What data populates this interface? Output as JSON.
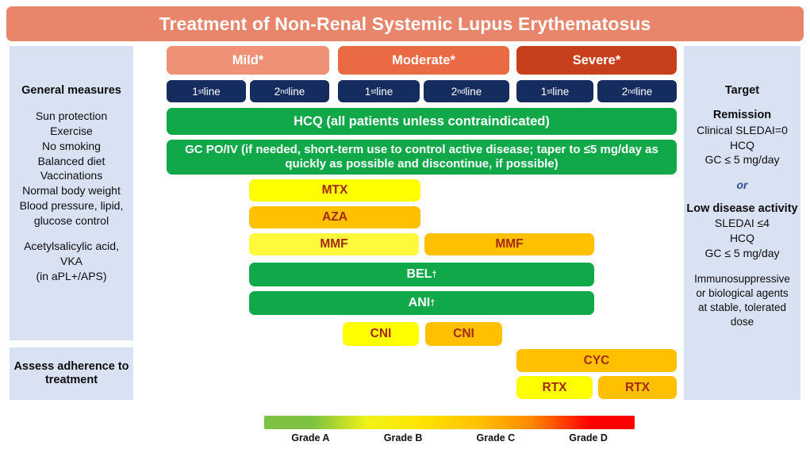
{
  "title": "Treatment of Non-Renal Systemic Lupus Erythematosus",
  "left_panels": {
    "general_measures": {
      "heading": "General measures",
      "lines": [
        "Sun protection",
        "Exercise",
        "No smoking",
        "Balanced diet",
        "Vaccinations",
        "Normal body weight",
        "Blood pressure, lipid,",
        "glucose control"
      ],
      "lines2": [
        "Acetylsalicylic acid,",
        "VKA",
        "(in aPL+/APS)"
      ]
    },
    "assess_adherence": {
      "line1": "Assess adherence to",
      "line2": "treatment"
    }
  },
  "right_panel": {
    "heading": "Target",
    "remission_heading": "Remission",
    "remission_lines": [
      "Clinical SLEDAI=0",
      "HCQ",
      "GC ≤ 5 mg/day"
    ],
    "or_label": "or",
    "lda_heading": "Low disease activity",
    "lda_lines": [
      "SLEDAI ≤4",
      "HCQ",
      "GC ≤ 5 mg/day"
    ],
    "footer_lines": [
      "Immunosuppressive",
      "or biological agents",
      "at stable, tolerated",
      "dose"
    ]
  },
  "columns": [
    {
      "severity": "Mild*",
      "color": "#EE9177",
      "first_line": "1",
      "first_sup": "st",
      "second_line": "2",
      "second_sup": "nd",
      "line_suffix": " line"
    },
    {
      "severity": "Moderate*",
      "color": "#EA6A43",
      "first_line": "1",
      "first_sup": "st",
      "second_line": "2",
      "second_sup": "nd",
      "line_suffix": " line"
    },
    {
      "severity": "Severe*",
      "color": "#C8401B",
      "first_line": "1",
      "first_sup": "st",
      "second_line": "2",
      "second_sup": "nd",
      "line_suffix": " line"
    }
  ],
  "bars": {
    "hcq": "HCQ (all patients unless contraindicated)",
    "gc": "GC PO/IV (if needed, short-term use to control active disease; taper to ≤5 mg/day as quickly as possible and discontinue, if possible)",
    "mtx": "MTX",
    "aza": "AZA",
    "mmf_mild": "MMF",
    "mmf_moderate": "MMF",
    "bel": "BEL",
    "bel_sup": "†",
    "ani": "ANI",
    "ani_sup": "†",
    "cni_mild": "CNI",
    "cni_moderate": "CNI",
    "cyc": "CYC",
    "rtx_first": "RTX",
    "rtx_second": "RTX"
  },
  "legend": {
    "grades": [
      "Grade A",
      "Grade B",
      "Grade C",
      "Grade D"
    ]
  },
  "colors": {
    "title_bar": "#E8856A",
    "panel_bg": "#D9E2F3",
    "line_button": "#152C5E",
    "green": "#11A84A",
    "yellow": "#FFFF00",
    "yellow_light": "#FFF93D",
    "orange": "#FFC000",
    "bar_text_dark": "#A32A12",
    "or_blue": "#2E4E8F"
  }
}
